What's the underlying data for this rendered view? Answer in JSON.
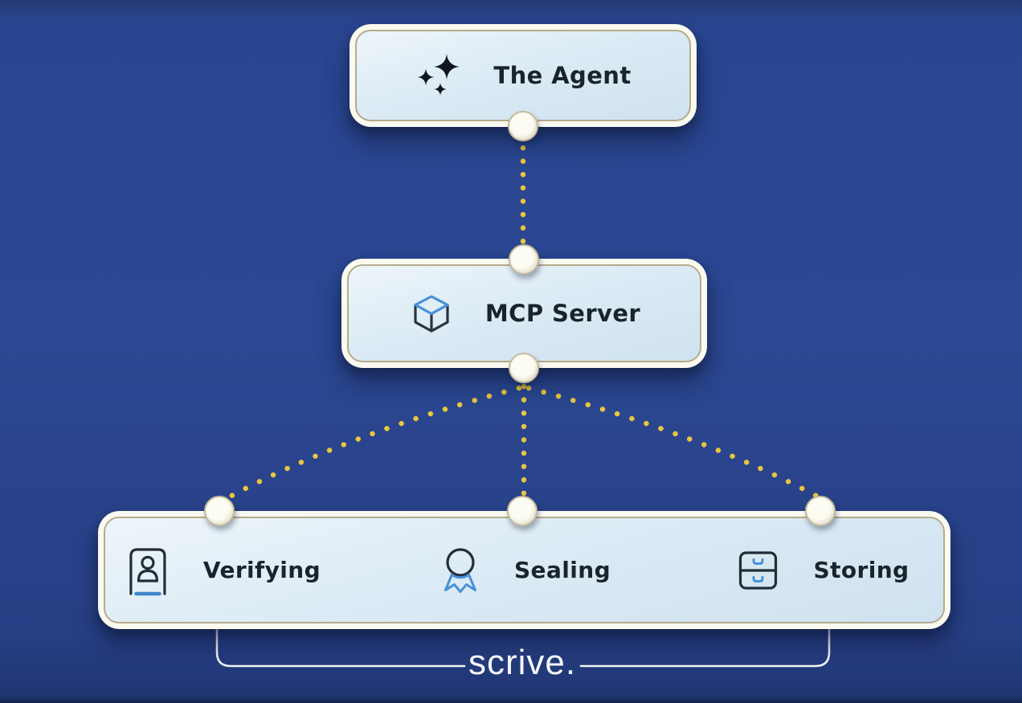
{
  "palette": {
    "background_blue": "#2b4892",
    "box_border_cream": "#fbfaf1",
    "box_trim_tan": "#b4ab8c",
    "box_fill_light_blue": "#dcebf5",
    "dot_gold": "#e9c63e",
    "text_dark": "#1a242c",
    "icon_dark": "#232d36",
    "icon_blue": "#4a90d9",
    "logo_white": "#f4f6f9"
  },
  "nodes": {
    "agent": {
      "label": "The Agent",
      "icon": "sparkles-icon"
    },
    "mcp": {
      "label": "MCP Server",
      "icon": "cube-icon"
    },
    "features": [
      {
        "label": "Verifying",
        "icon": "id-card-icon"
      },
      {
        "label": "Sealing",
        "icon": "medal-icon"
      },
      {
        "label": "Storing",
        "icon": "cabinet-icon"
      }
    ]
  },
  "connections": [
    "agent-to-mcp",
    "mcp-to-verifying",
    "mcp-to-sealing",
    "mcp-to-storing"
  ],
  "brand": {
    "logo_text": "scrive."
  }
}
